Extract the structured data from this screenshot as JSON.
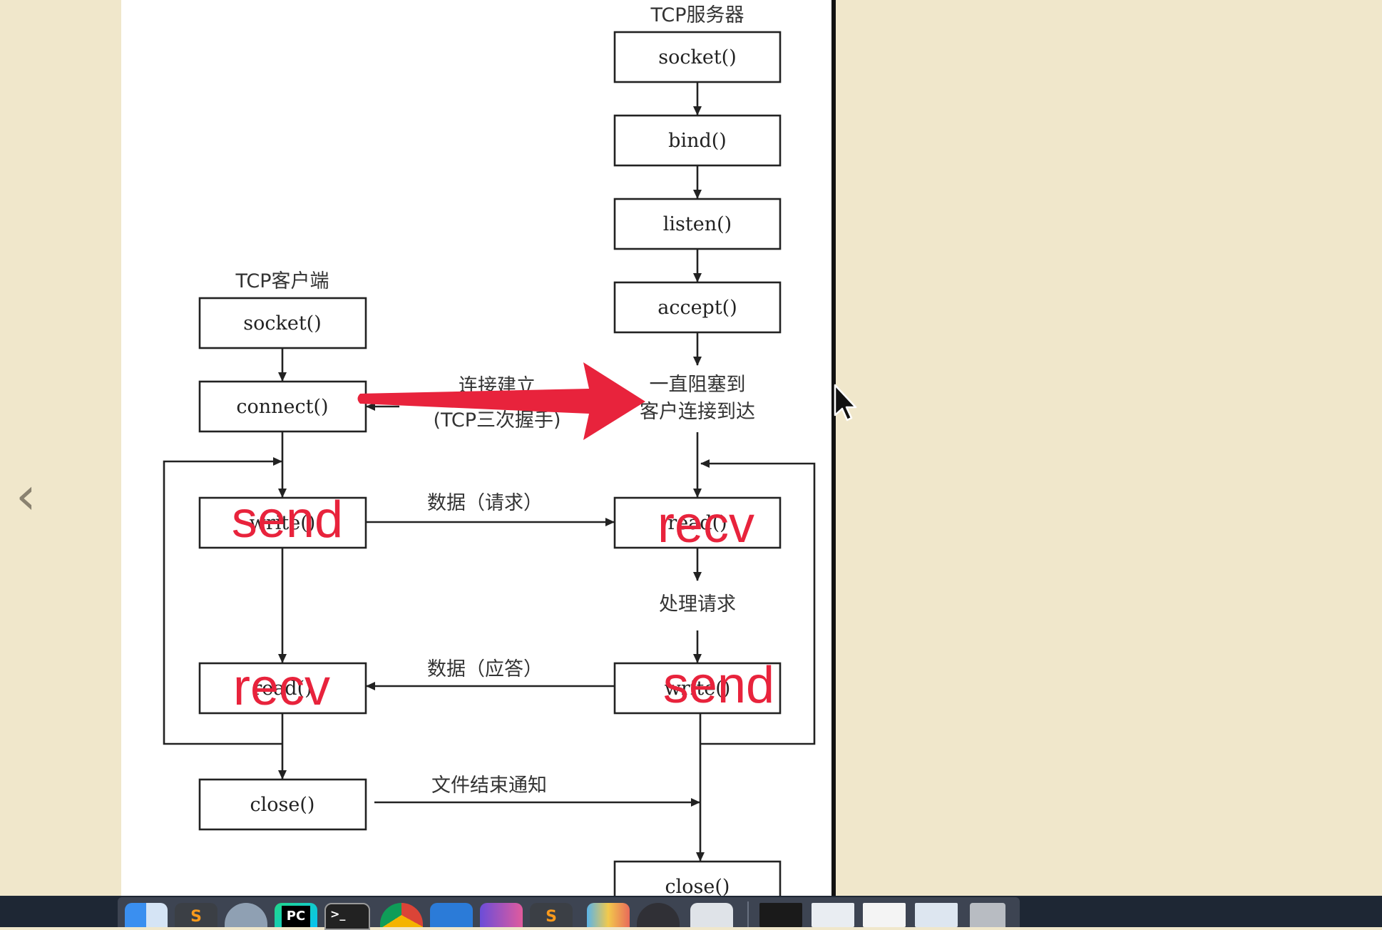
{
  "diagram": {
    "server_title": "TCP服务器",
    "client_title": "TCP客户端",
    "server_nodes": [
      "socket()",
      "bind()",
      "listen()",
      "accept()",
      "read()",
      "write()",
      "close()"
    ],
    "client_nodes": [
      "socket()",
      "connect()",
      "write()",
      "read()",
      "close()"
    ],
    "block_label_line1": "一直阻塞到",
    "block_label_line2": "客户连接到达",
    "connect_label_line1": "连接建立",
    "connect_label_line2": "(TCP三次握手)",
    "request_label": "数据（请求）",
    "process_label": "处理请求",
    "reply_label": "数据（应答）",
    "eof_label": "文件结束通知"
  },
  "annotations": {
    "client_send": "send",
    "server_recv": "recv",
    "client_recv": "recv",
    "server_send": "send",
    "arrow_color": "#e8233c"
  },
  "dock": {
    "icons": [
      "finder-icon",
      "sublime-icon",
      "launchpad-icon",
      "pycharm-icon",
      "terminal-icon",
      "chrome-icon",
      "app-icon",
      "app-icon",
      "sublime-icon",
      "app-icon",
      "obs-icon",
      "preview-icon",
      "window-thumbnail",
      "window-thumbnail",
      "window-thumbnail",
      "window-thumbnail",
      "trash-icon"
    ]
  }
}
